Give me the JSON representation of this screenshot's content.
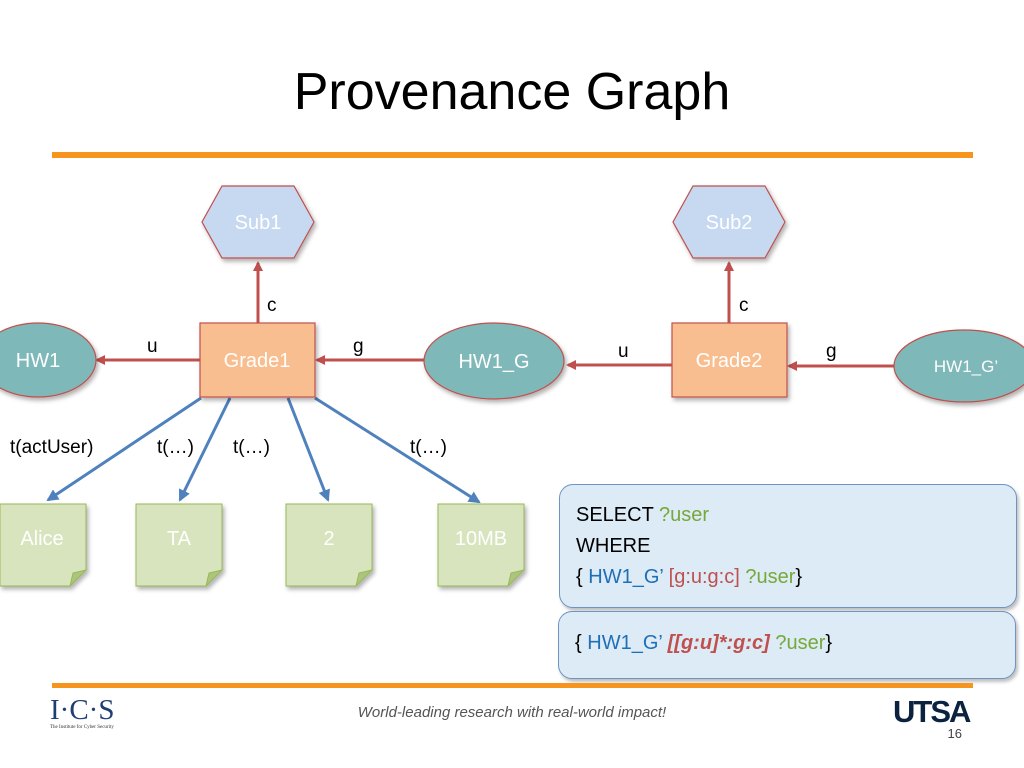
{
  "slide": {
    "title": "Provenance Graph",
    "footer": "World-leading research with real-world impact!",
    "page_number": "16",
    "logo_left": {
      "letters": "I·C·S",
      "subtitle": "The Institute for Cyber Security"
    },
    "logo_right": "UTSA"
  },
  "nodes": {
    "sub1": "Sub1",
    "sub2": "Sub2",
    "hw1": "HW1",
    "grade1": "Grade1",
    "hw1_g": "HW1_G",
    "grade2": "Grade2",
    "hw1_g_prime": "HW1_G’",
    "alice": "Alice",
    "ta": "TA",
    "two": "2",
    "tenmb": "10MB"
  },
  "edge_labels": {
    "c1": "c",
    "c2": "c",
    "u1": "u",
    "g1": "g",
    "u2": "u",
    "g2": "g",
    "t_actuser": "t(actUser)",
    "t1": "t(…)",
    "t2": "t(…)",
    "t3": "t(…)"
  },
  "query1": {
    "select_kw": "SELECT",
    "select_var": "?user",
    "where_kw": "WHERE",
    "open": "{",
    "subject": "HW1_G’",
    "path": "[g:u:g:c]",
    "var": "?user",
    "close": "}"
  },
  "query2": {
    "open": "{",
    "subject": "HW1_G’",
    "path": "[[g:u]*:g:c]",
    "var": "?user",
    "close": "}"
  },
  "colors": {
    "accent_bar": "#F7941D",
    "hexagon_fill": "#C6D9F1",
    "ellipse_fill": "#7FB8B8",
    "rect_fill": "#F9BE8F",
    "note_fill": "#D7E4BD",
    "edge_red": "#C0504D",
    "edge_blue": "#4F81BD"
  }
}
